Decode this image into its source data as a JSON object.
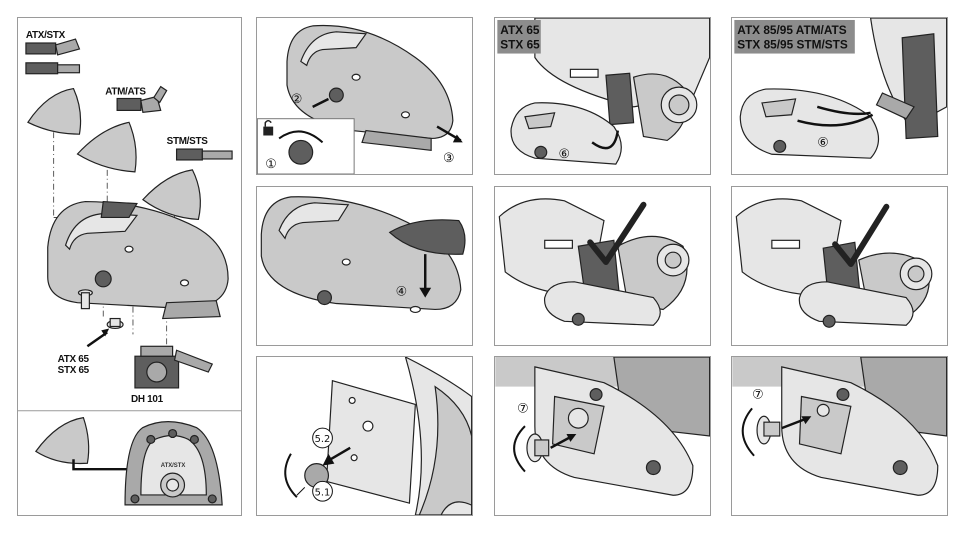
{
  "panel1": {
    "scope_labels": [
      "ATX/STX",
      "ATM/ATS",
      "STM/STS"
    ],
    "adapter_label": "ATX 65\nSTX 65",
    "adapter_line1": "ATX 65",
    "adapter_line2": "STX 65",
    "head_label": "DH 101",
    "plate_label": "ATX/STX"
  },
  "panel2": {
    "steps": [
      "②",
      "①",
      "③"
    ]
  },
  "panel3": {
    "steps": [
      "④"
    ]
  },
  "panel4": {
    "steps": [
      "5.2",
      "5.1"
    ]
  },
  "panel5": {
    "tag_line1": "ATX 65",
    "tag_line2": "STX 65",
    "steps": [
      "⑥"
    ]
  },
  "panel6": {
    "tag_line1": "ATX 85/95  ATM/ATS",
    "tag_line2": "STX 85/95  STM/STS",
    "steps": [
      "⑥"
    ]
  },
  "panel9": {
    "steps": [
      "⑦"
    ]
  },
  "panel10": {
    "steps": [
      "⑦"
    ]
  },
  "colors": {
    "outline": "#222222",
    "body": "#c9c9c9",
    "light": "#e6e6e6",
    "dark": "#5e5e5e",
    "tag_bg": "#8c8c8c"
  }
}
